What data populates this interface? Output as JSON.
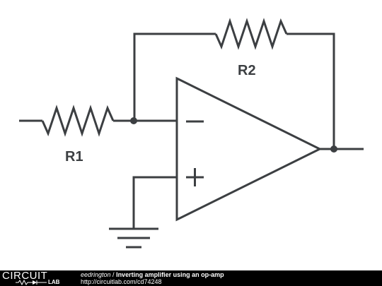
{
  "diagram": {
    "labels": {
      "r1": "R1",
      "r2": "R2",
      "inverting_input": "−",
      "noninverting_input": "+"
    },
    "colors": {
      "ink": "#3c3f42",
      "footer_bg": "#000000",
      "footer_text": "#ffffff"
    }
  },
  "footer": {
    "logo_top": "CIRCUIT",
    "logo_bottom": "LAB",
    "author": "eedrington",
    "separator": " / ",
    "title": "Inverting amplifier using an op-amp",
    "url": "http://circuitlab.com/cd74248"
  }
}
